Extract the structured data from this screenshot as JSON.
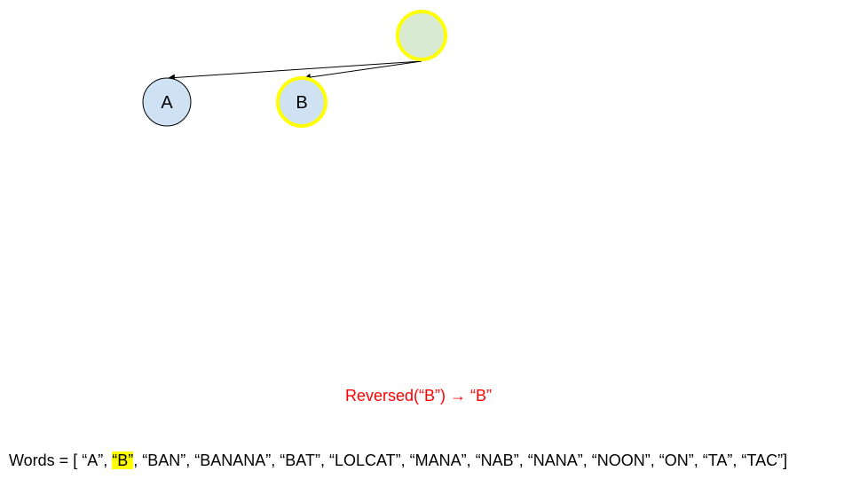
{
  "diagram": {
    "nodes": [
      {
        "id": "root",
        "label": "",
        "fill": "#d9ead3",
        "stroke": "#ffff00",
        "highlighted": true
      },
      {
        "id": "A",
        "label": "A",
        "fill": "#cfe2f3",
        "stroke": "#000000",
        "highlighted": false
      },
      {
        "id": "B",
        "label": "B",
        "fill": "#cfe2f3",
        "stroke": "#ffff00",
        "highlighted": true
      }
    ],
    "edges": [
      {
        "from": "root",
        "to": "A"
      },
      {
        "from": "root",
        "to": "B"
      }
    ]
  },
  "caption": {
    "text": "Reversed(“B”) → “B”",
    "color": "#ff0000"
  },
  "words": {
    "prefix": "Words = [ ",
    "items": [
      "“A”",
      "“B”",
      "“BAN”",
      "“BANANA”",
      "“BAT”",
      "“LOLCAT”",
      "“MANA”",
      "“NAB”",
      "“NANA”",
      "“NOON”",
      "“ON”",
      "“TA”",
      "“TAC”"
    ],
    "highlighted_index": 1,
    "highlight_color": "#ffff00",
    "suffix": "]"
  }
}
